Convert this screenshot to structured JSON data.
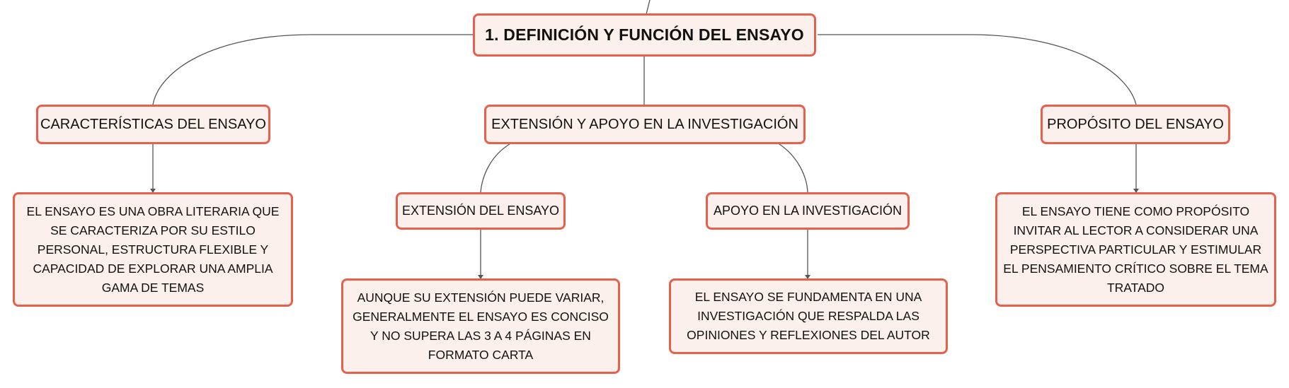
{
  "root": {
    "label": "1. DEFINICIÓN Y FUNCIÓN DEL ENSAYO"
  },
  "branches": {
    "caracteristicas": {
      "label": "CARACTERÍSTICAS DEL ENSAYO",
      "detail": "EL ENSAYO ES UNA OBRA LITERARIA QUE SE CARACTERIZA POR SU ESTILO PERSONAL, ESTRUCTURA FLEXIBLE Y CAPACIDAD DE EXPLORAR UNA AMPLIA GAMA DE TEMAS"
    },
    "extension_apoyo": {
      "label": "EXTENSIÓN Y APOYO EN LA INVESTIGACIÓN",
      "extension": {
        "label": "EXTENSIÓN DEL ENSAYO",
        "detail": "AUNQUE SU EXTENSIÓN PUEDE VARIAR, GENERALMENTE EL ENSAYO ES CONCISO Y NO SUPERA LAS 3 A 4 PÁGINAS EN FORMATO CARTA"
      },
      "apoyo": {
        "label": "APOYO EN LA INVESTIGACIÓN",
        "detail": "EL ENSAYO SE FUNDAMENTA EN UNA INVESTIGACIÓN QUE RESPALDA LAS OPINIONES Y REFLEXIONES DEL AUTOR"
      }
    },
    "proposito": {
      "label": "PROPÓSITO DEL ENSAYO",
      "detail": "EL ENSAYO TIENE COMO PROPÓSITO INVITAR AL LECTOR A CONSIDERAR UNA PERSPECTIVA PARTICULAR Y ESTIMULAR EL PENSAMIENTO CRÍTICO SOBRE EL TEMA TRATADO"
    }
  },
  "colors": {
    "node_border": "#e6604c",
    "node_fill": "#fcf0ec",
    "connector": "#555555"
  }
}
